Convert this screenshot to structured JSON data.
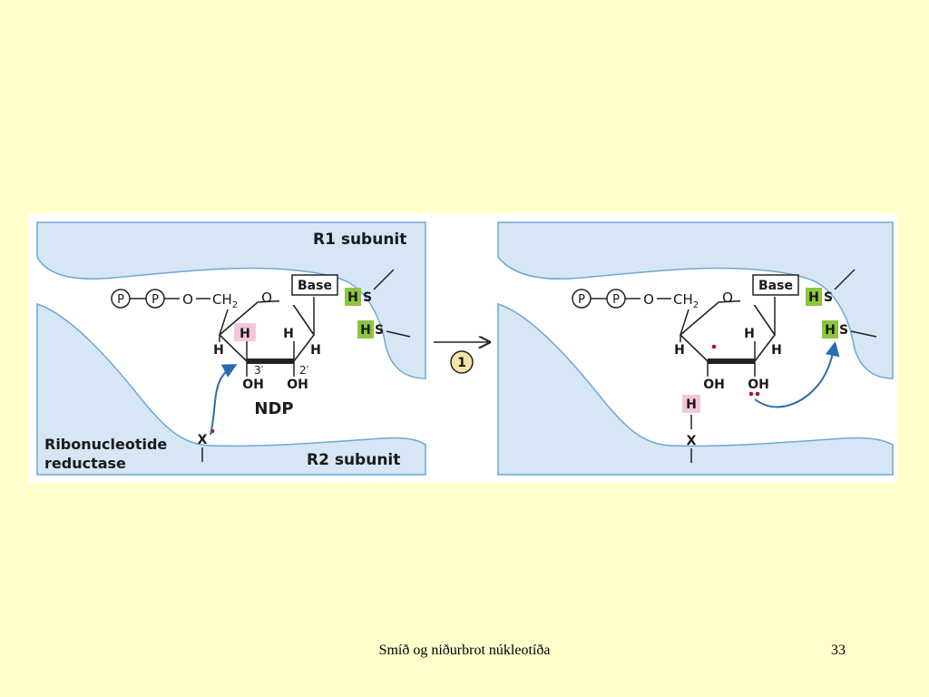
{
  "slide": {
    "footer_title": "Smíð og niðurbrot núkleotíða",
    "page_number": "33"
  },
  "diagram": {
    "left_panel": {
      "r1_label": "R1 subunit",
      "r2_label": "R2 subunit",
      "enzyme_label_line1": "Ribonucleotide",
      "enzyme_label_line2": "reductase",
      "phosphate_1": "P",
      "phosphate_2": "P",
      "oxygen_link": "O",
      "ch2": "CH",
      "ch2_sub": "2",
      "ring_oxygen": "O",
      "base": "Base",
      "hs_top_h": "H",
      "hs_top_s": "S",
      "hs_bottom_h": "H",
      "hs_bottom_s": "S",
      "c4_h": "H",
      "c3_h_highlighted": "H",
      "c2_h": "H",
      "c1_h": "H",
      "label_3prime": "3′",
      "label_2prime": "2′",
      "oh_3": "OH",
      "oh_2": "OH",
      "molecule_name": "NDP",
      "x_radical": "X"
    },
    "step_number": "1",
    "right_panel": {
      "phosphate_1": "P",
      "phosphate_2": "P",
      "oxygen_link": "O",
      "ch2": "CH",
      "ch2_sub": "2",
      "ring_oxygen": "O",
      "base": "Base",
      "hs_top_h": "H",
      "hs_top_s": "S",
      "hs_bottom_h": "H",
      "hs_bottom_s": "S",
      "c4_h": "H",
      "c2_h": "H",
      "c1_h": "H",
      "oh_3": "OH",
      "oh_2": "OH",
      "transferred_h": "H",
      "x_label": "X"
    },
    "colors": {
      "protein_fill": "#d6e6f4",
      "protein_outline": "#6fa7d6",
      "hs_highlight": "#8cc63f",
      "h_highlight": "#f4c6dc",
      "step_circle": "#f5e3a8",
      "arrow_blue": "#2a6db0",
      "radical_dot": "#b0161b"
    }
  }
}
